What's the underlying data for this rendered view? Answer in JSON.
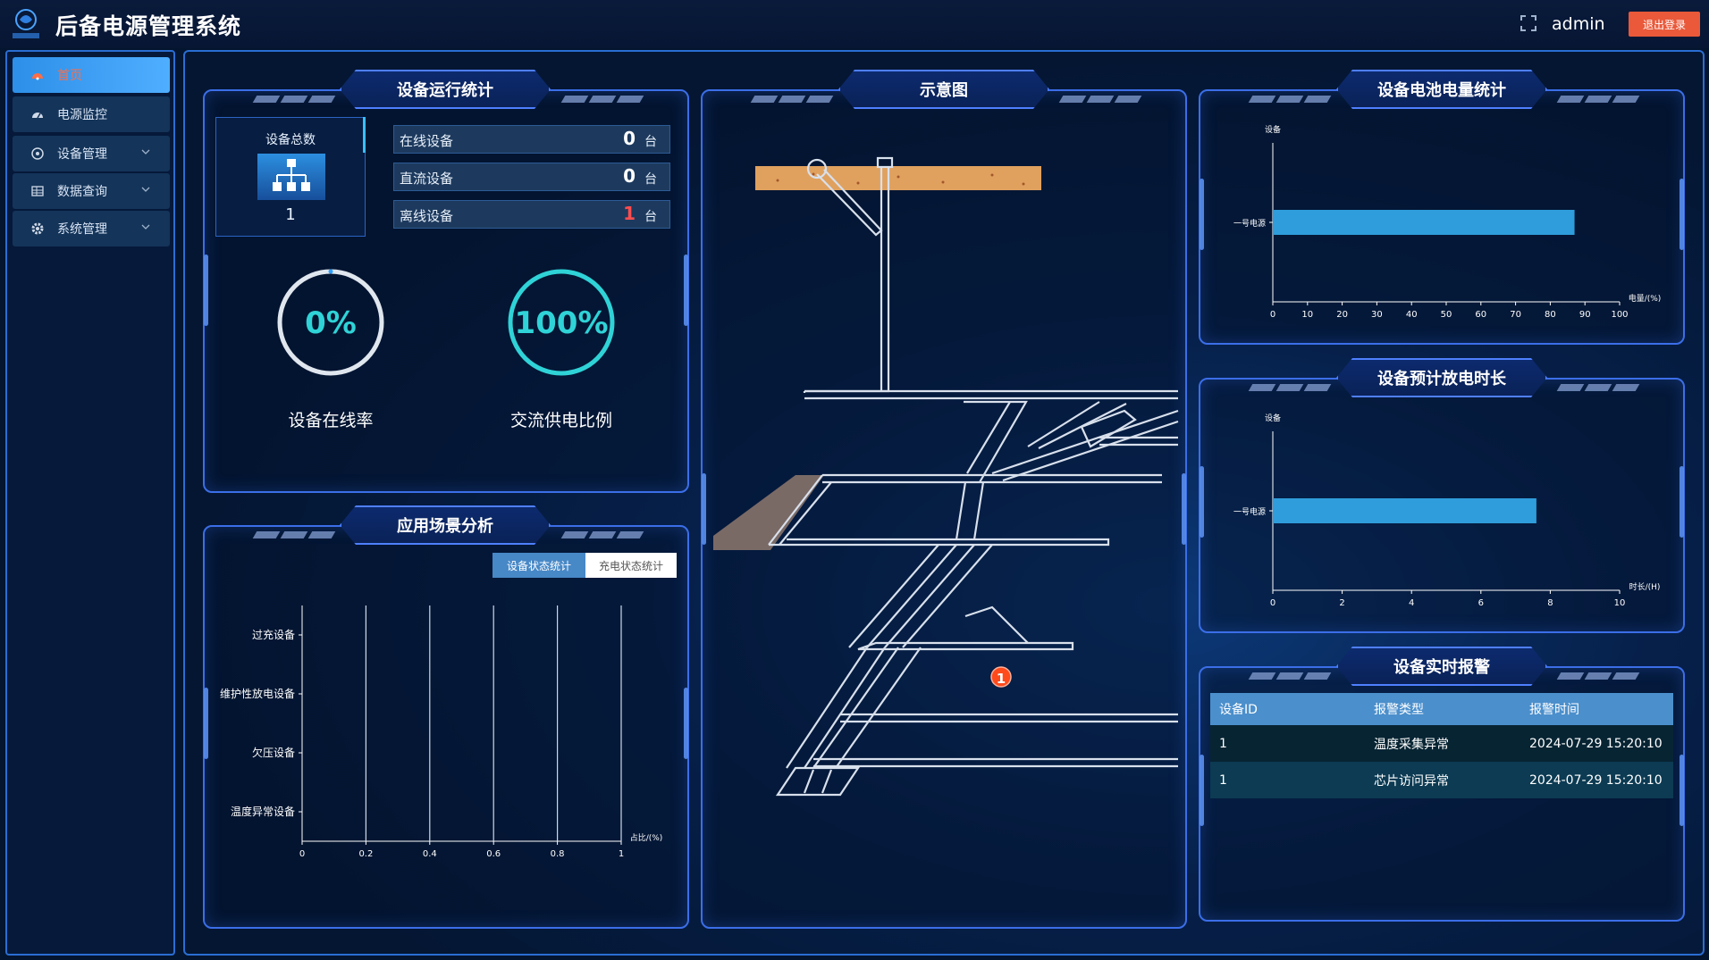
{
  "header": {
    "title": "后备电源管理系统",
    "user": "admin",
    "logout_label": "退出登录"
  },
  "sidebar": {
    "items": [
      {
        "label": "首页",
        "icon": "dashboard-icon",
        "active": true
      },
      {
        "label": "电源监控",
        "icon": "gauge-icon"
      },
      {
        "label": "设备管理",
        "icon": "device-icon",
        "expandable": true
      },
      {
        "label": "数据查询",
        "icon": "table-icon",
        "expandable": true
      },
      {
        "label": "系统管理",
        "icon": "gear-icon",
        "expandable": true
      }
    ]
  },
  "panels": {
    "run_stats": "设备运行统计",
    "diagram": "示意图",
    "battery": "设备电池电量统计",
    "discharge": "设备预计放电时长",
    "scene": "应用场景分析",
    "alarm": "设备实时报警"
  },
  "stats": {
    "total_label": "设备总数",
    "total_value": "1",
    "rows": [
      {
        "label": "在线设备",
        "value": "0",
        "unit": "台"
      },
      {
        "label": "直流设备",
        "value": "0",
        "unit": "台"
      },
      {
        "label": "离线设备",
        "value": "1",
        "unit": "台"
      }
    ]
  },
  "gauges": [
    {
      "label": "设备在线率",
      "value_text": "0%",
      "fraction": 0.0,
      "color": "#e0e6ee"
    },
    {
      "label": "交流供电比例",
      "value_text": "100%",
      "fraction": 1.0,
      "color": "#2fd3d7"
    }
  ],
  "scene": {
    "tabs": [
      "设备状态统计",
      "充电状态统计"
    ],
    "active_tab": 0
  },
  "diagram": {
    "marker": "1"
  },
  "alarm": {
    "columns": [
      "设备ID",
      "报警类型",
      "报警时间"
    ],
    "rows": [
      [
        "1",
        "温度采集异常",
        "2024-07-29 15:20:10"
      ],
      [
        "1",
        "芯片访问异常",
        "2024-07-29 15:20:10"
      ]
    ]
  },
  "colors": {
    "accent": "#2d8fe8",
    "bar": "#2f9ddb",
    "logout": "#e9593a",
    "alarm_header": "#4b8fcc"
  },
  "chart_data": [
    {
      "id": "battery",
      "type": "bar",
      "orientation": "horizontal",
      "categories": [
        "一号电源"
      ],
      "values": [
        87
      ],
      "xlabel": "电量/(%)",
      "ylabel": "设备",
      "xlim": [
        0,
        100
      ],
      "xticks": [
        "0",
        "10",
        "20",
        "30",
        "40",
        "50",
        "60",
        "70",
        "80",
        "90",
        "100"
      ]
    },
    {
      "id": "discharge",
      "type": "bar",
      "orientation": "horizontal",
      "categories": [
        "一号电源"
      ],
      "values": [
        7.6
      ],
      "xlabel": "时长/(H)",
      "ylabel": "设备",
      "xlim": [
        0,
        10
      ],
      "xticks": [
        "0",
        "2",
        "4",
        "6",
        "8",
        "10"
      ]
    },
    {
      "id": "scene",
      "type": "bar",
      "orientation": "horizontal",
      "categories": [
        "过充设备",
        "维护性放电设备",
        "欠压设备",
        "温度异常设备"
      ],
      "values": [
        0,
        0,
        0,
        0
      ],
      "xlabel": "占比/(%)",
      "xlim": [
        0,
        1
      ],
      "xticks": [
        "0",
        "0.2",
        "0.4",
        "0.6",
        "0.8",
        "1"
      ]
    }
  ]
}
